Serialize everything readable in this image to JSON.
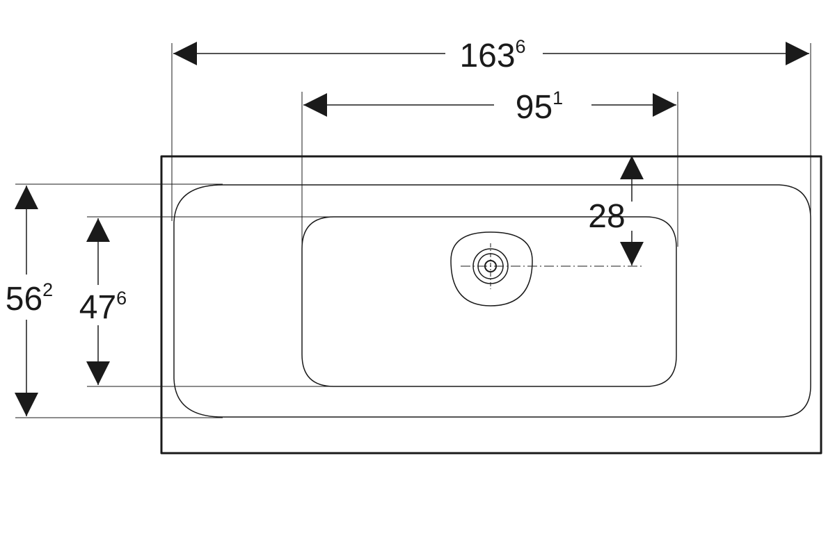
{
  "dimensions": {
    "total_width": {
      "main": "163",
      "sup": "6"
    },
    "basin_width": {
      "main": "95",
      "sup": "1"
    },
    "drain_offset": {
      "main": "28",
      "sup": ""
    },
    "total_depth": {
      "main": "56",
      "sup": "2"
    },
    "basin_depth": {
      "main": "47",
      "sup": "6"
    }
  },
  "colors": {
    "line": "#1a1a1a",
    "background": "#ffffff"
  },
  "icons": {
    "drain": "drain-outlet-icon"
  }
}
